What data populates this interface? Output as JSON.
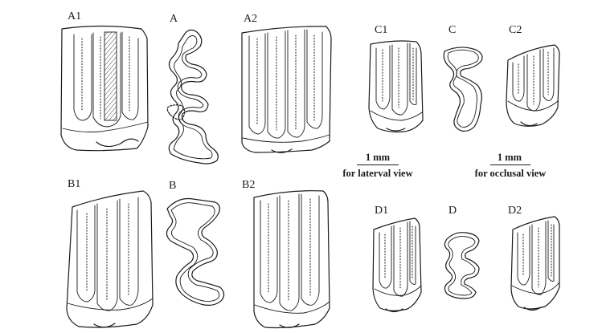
{
  "labels": {
    "A1": "A1",
    "A": "A",
    "A2": "A2",
    "B1": "B1",
    "B": "B",
    "B2": "B2",
    "C1": "C1",
    "C": "C",
    "C2": "C2",
    "D1": "D1",
    "D": "D",
    "D2": "D2"
  },
  "scales": {
    "lateral": {
      "length": "1 mm",
      "caption": "for laterval view"
    },
    "occlusal": {
      "length": "1 mm",
      "caption": "for occlusal view"
    }
  },
  "colors": {
    "ink": "#1a1a1a",
    "background": "#ffffff"
  }
}
